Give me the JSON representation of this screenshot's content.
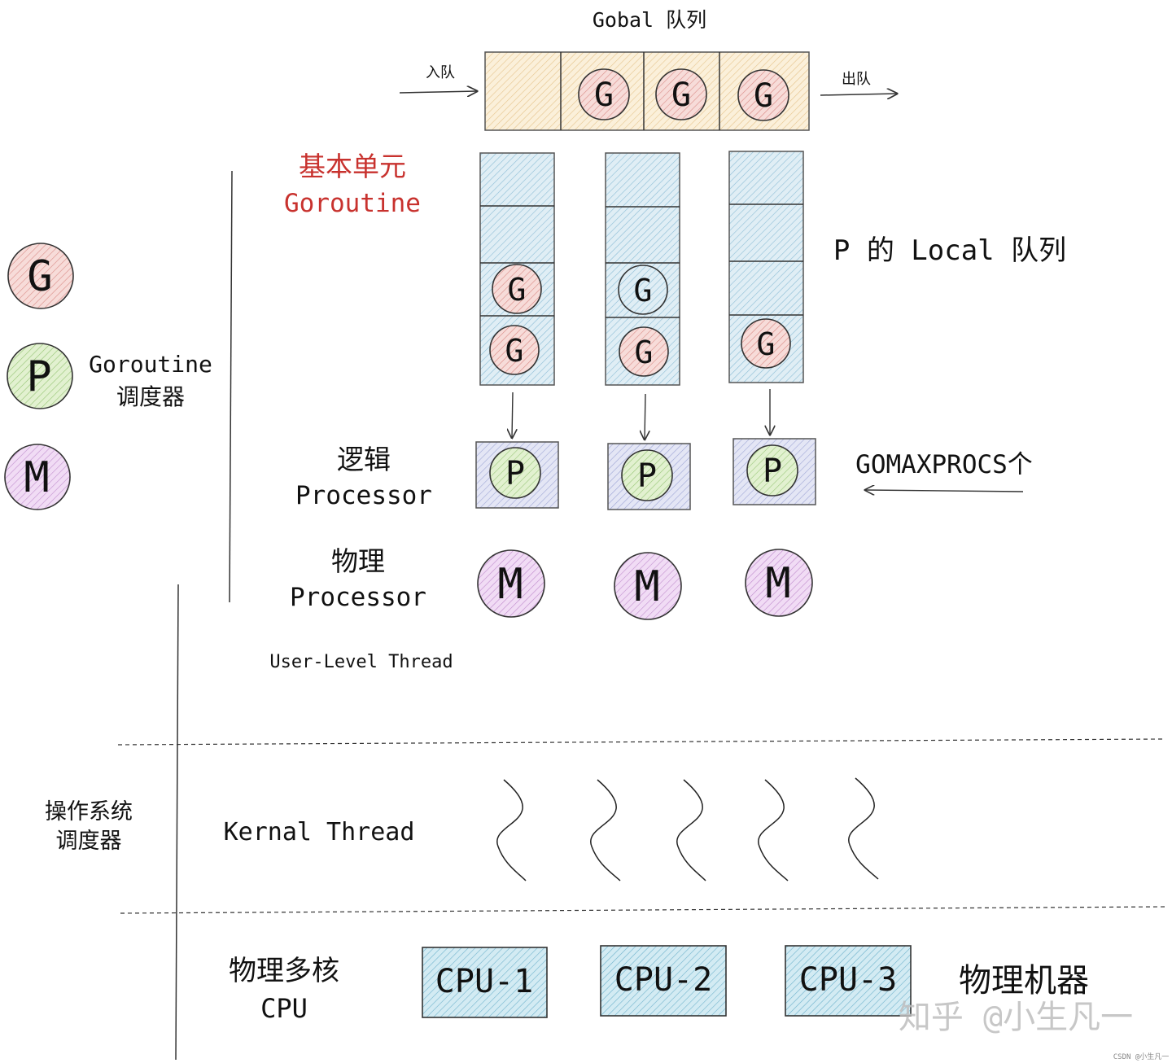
{
  "global_queue": {
    "title": "Gobal  队列",
    "enqueue_label": "入队",
    "dequeue_label": "出队",
    "items": [
      "G",
      "G",
      "G"
    ]
  },
  "goroutine_label": {
    "line1": "基本单元",
    "line2": "Goroutine"
  },
  "local_queue_label": "P 的 Local 队列",
  "legend": {
    "g": "G",
    "p": "P",
    "m": "M",
    "scheduler_line1": "Goroutine",
    "scheduler_line2": "调度器"
  },
  "logical_processor": {
    "line1": "逻辑",
    "line2": "Processor"
  },
  "physical_processor": {
    "line1": "物理",
    "line2": "Processor"
  },
  "gomaxprocs_label": "GOMAXPROCS个",
  "user_level_thread": "User-Level Thread",
  "os_scheduler": {
    "line1": "操作系统",
    "line2": "调度器"
  },
  "kernel_thread": "Kernal Thread",
  "multicore": {
    "line1": "物理多核",
    "line2": "CPU"
  },
  "cpus": [
    "CPU-1",
    "CPU-2",
    "CPU-3"
  ],
  "physical_machine": "物理机器",
  "watermark": "知乎 @小生凡一",
  "csdn_mark": "CSDN @小生凡一",
  "local_queues": [
    {
      "p": "P",
      "m": "M",
      "goroutines": [
        "G",
        "G"
      ]
    },
    {
      "p": "P",
      "m": "M",
      "goroutines": [
        "G",
        "G"
      ]
    },
    {
      "p": "P",
      "m": "M",
      "goroutines": [
        "G"
      ]
    }
  ],
  "colors": {
    "g_fill": "#f2c9c6",
    "p_fill": "#cfe6b3",
    "m_fill": "#e6c5ee",
    "queue_fill": "#f7e6c4",
    "local_fill": "#c9e1ee",
    "pbox_fill": "#d2d6ee",
    "cpu_fill": "#b9ddea",
    "accent_red": "#c8322e"
  }
}
